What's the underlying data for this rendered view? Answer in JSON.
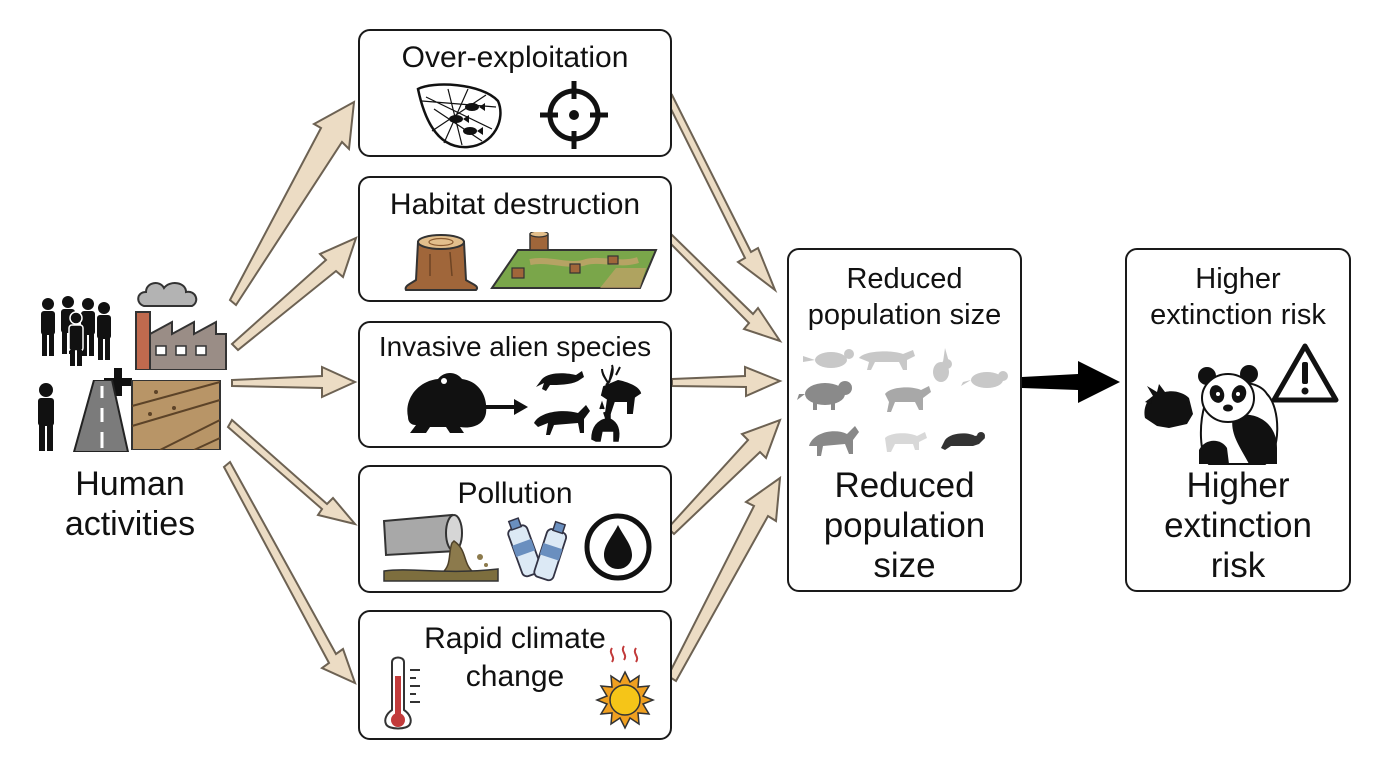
{
  "source": {
    "label_line1": "Human",
    "label_line2": "activities",
    "icons": [
      "people-group-icon",
      "factory-icon",
      "road-icon",
      "plowed-field-icon"
    ]
  },
  "drivers": [
    {
      "title": "Over-exploitation",
      "icons": [
        "fishing-net-icon",
        "crosshair-icon"
      ]
    },
    {
      "title": "Habitat destruction",
      "icons": [
        "tree-stump-icon",
        "cleared-land-icon"
      ]
    },
    {
      "title": "Invasive alien species",
      "icons": [
        "toad-icon",
        "native-animals-icon"
      ]
    },
    {
      "title": "Pollution",
      "icons": [
        "sewage-pipe-icon",
        "plastic-bottles-icon",
        "oil-drop-icon"
      ]
    },
    {
      "title_line1": "Rapid climate",
      "title_line2": "change",
      "icons": [
        "thermometer-icon",
        "hot-sun-icon"
      ]
    }
  ],
  "population": {
    "header_line1": "Reduced",
    "header_line2": "population size",
    "label_line1": "Reduced",
    "label_line2": "population",
    "label_line3": "size",
    "icons": [
      "fading-animals-icon"
    ]
  },
  "extinction": {
    "header_line1": "Higher",
    "header_line2": "extinction risk",
    "label_line1": "Higher",
    "label_line2": "extinction",
    "label_line3": "risk",
    "icons": [
      "rhino-icon",
      "panda-icon",
      "warning-triangle-icon"
    ]
  },
  "colors": {
    "arrow_fill": "#ecdcc4",
    "arrow_stroke": "#6d6253",
    "box_border": "#1a1a1a",
    "final_arrow": "#000000"
  }
}
